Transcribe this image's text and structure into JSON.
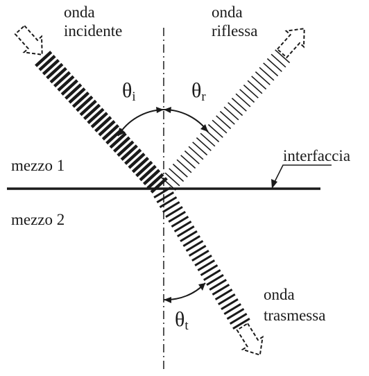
{
  "labels": {
    "incident_line1": "onda",
    "incident_line2": "incidente",
    "reflected_line1": "onda",
    "reflected_line2": "riflessa",
    "transmitted_line1": "onda",
    "transmitted_line2": "trasmessa",
    "medium1": "mezzo 1",
    "medium2": "mezzo 2",
    "interface": "interfaccia"
  },
  "angles": {
    "incident_symbol": "θ",
    "incident_sub": "i",
    "reflected_symbol": "θ",
    "reflected_sub": "r",
    "transmitted_symbol": "θ",
    "transmitted_sub": "t"
  },
  "colors": {
    "ink": "#1a1a1a",
    "background": "#ffffff"
  }
}
